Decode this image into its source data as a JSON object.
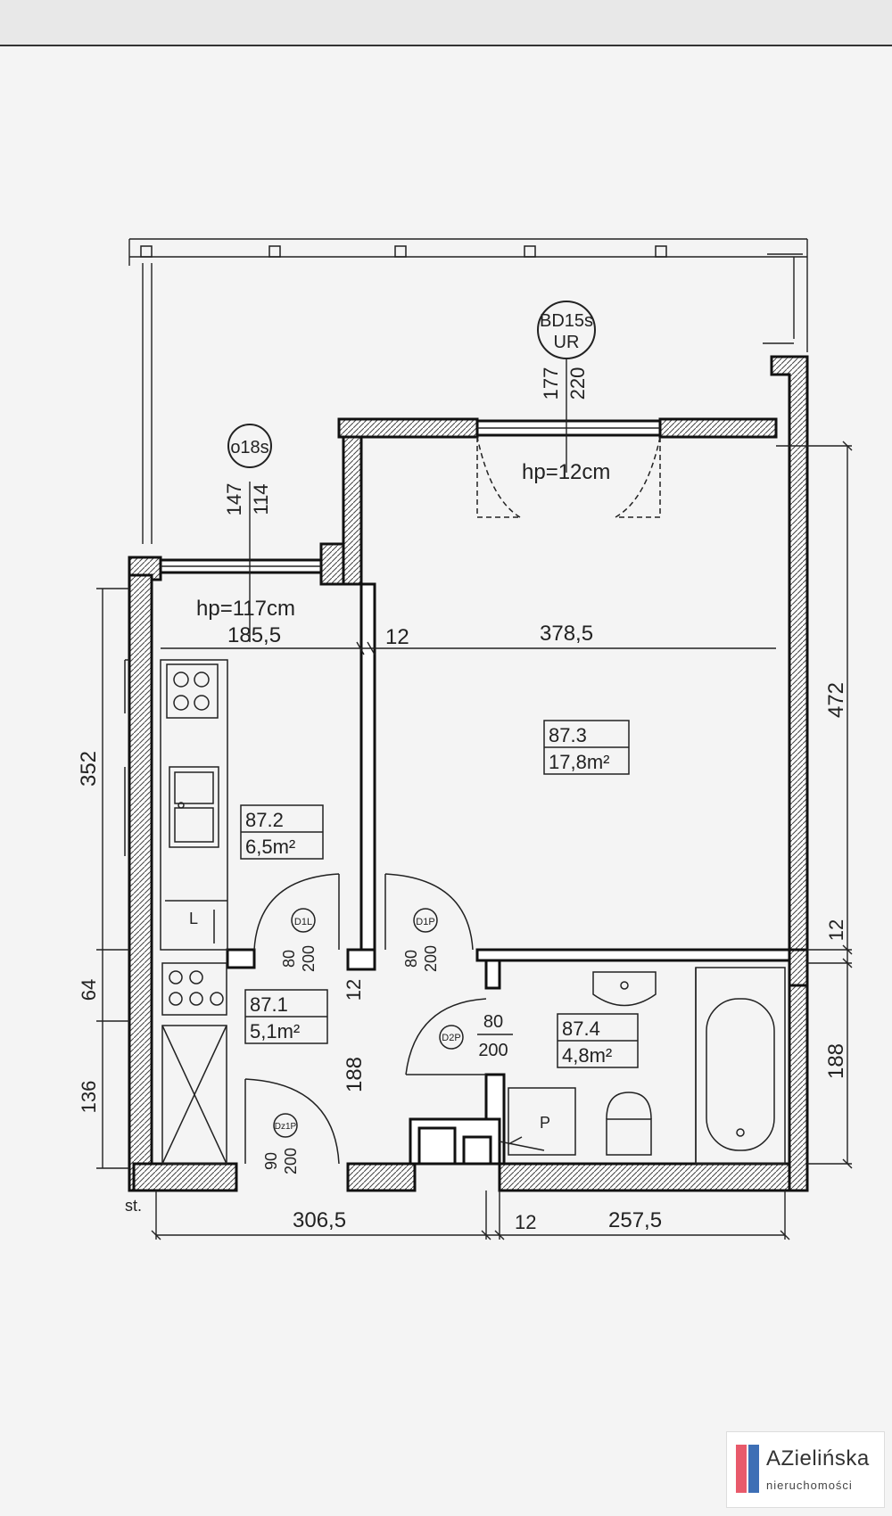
{
  "rooms": [
    {
      "id": "87.3",
      "area": "17,8m²"
    },
    {
      "id": "87.2",
      "area": "6,5m²"
    },
    {
      "id": "87.1",
      "area": "5,1m²"
    },
    {
      "id": "87.4",
      "area": "4,8m²"
    }
  ],
  "window_tags": [
    {
      "code": "o18s",
      "dims": [
        "147",
        "114"
      ],
      "sill": "hp=117cm"
    },
    {
      "code": "BD15s",
      "sub": "UR",
      "dims": [
        "177",
        "220"
      ],
      "sill": "hp=12cm"
    }
  ],
  "doors": [
    {
      "code": "D1L",
      "dims": [
        "80",
        "200"
      ]
    },
    {
      "code": "D1P",
      "dims": [
        "80",
        "200"
      ]
    },
    {
      "code": "D2P",
      "dims": [
        "80",
        "200"
      ]
    },
    {
      "code": "Dz1P",
      "dims": [
        "90",
        "200"
      ]
    }
  ],
  "dimensions": {
    "kitchen_width": "185,5",
    "partition": "12",
    "room_width": "378,5",
    "right_height": "472",
    "right_partition": "12",
    "bath_height": "188",
    "left_height": "352",
    "left_64": "64",
    "left_136": "136",
    "hall_partition": "12",
    "hall_height": "188",
    "bottom_left": "306,5",
    "bottom_mid": "12",
    "bottom_right": "257,5"
  },
  "fixture_labels": {
    "fridge": "L",
    "washer": "P"
  },
  "corner_label": "st.",
  "logo": {
    "brand_a": "AZ",
    "brand_b": "ielińska",
    "sub": "nieruchomości"
  }
}
